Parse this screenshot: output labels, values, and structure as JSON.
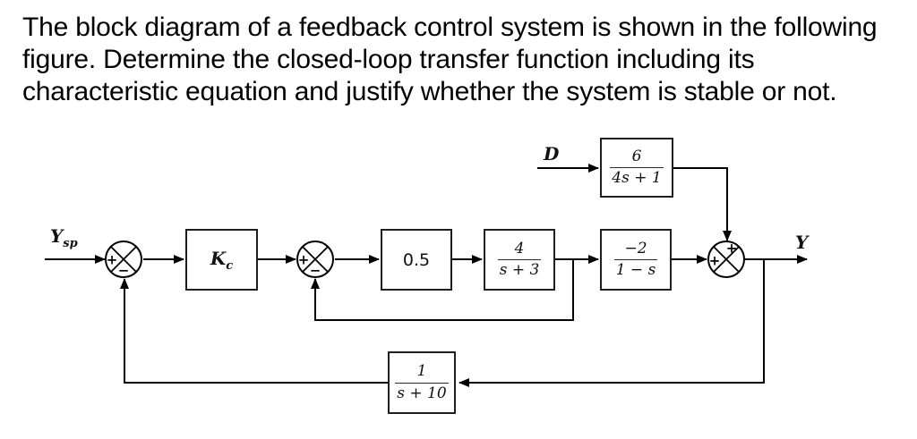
{
  "title": {
    "lines": [
      "The block diagram of a feedback control system is shown in the following",
      "figure. Determine the closed-loop transfer function including its",
      "characteristic equation and justify whether the system is stable or not."
    ]
  },
  "diagram": {
    "labels": {
      "setpoint": {
        "main": "Y",
        "sub": "sp"
      },
      "disturbance": "D",
      "output": "Y"
    },
    "blocks": {
      "controller": {
        "label": "K",
        "sub": "c"
      },
      "gain": {
        "label": "0.5"
      },
      "process1": {
        "num": "4",
        "den": "s + 3"
      },
      "process2": {
        "num": "−2",
        "den": "1 − s"
      },
      "disturbance_tf": {
        "num": "6",
        "den": "4s + 1"
      },
      "feedback_tf": {
        "num": "1",
        "den": "s + 10"
      }
    },
    "junctions": {
      "sum1": {
        "left_sign": "+",
        "bottom_sign": "−"
      },
      "sum2": {
        "left_sign": "+",
        "bottom_sign": "−"
      },
      "sum3": {
        "left_sign": "+",
        "top_sign": "+"
      }
    },
    "colors": {
      "line": "#000000",
      "background": "#ffffff"
    }
  }
}
